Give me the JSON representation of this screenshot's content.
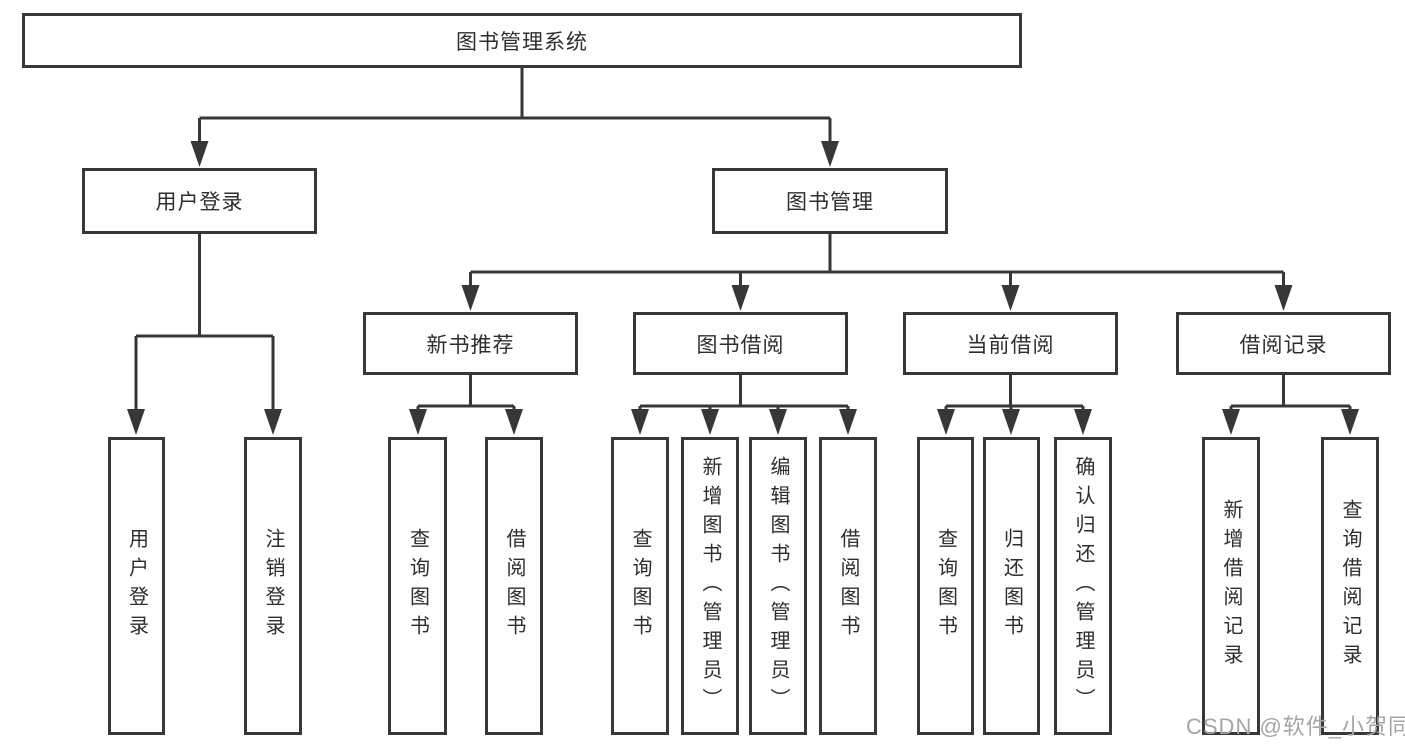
{
  "diagram": {
    "root": {
      "label": "图书管理系统"
    },
    "branches": [
      {
        "label": "用户登录",
        "children": [
          {
            "label": "用户登录"
          },
          {
            "label": "注销登录"
          }
        ]
      },
      {
        "label": "图书管理",
        "children": [
          {
            "label": "新书推荐",
            "children": [
              {
                "label": "查询图书"
              },
              {
                "label": "借阅图书"
              }
            ]
          },
          {
            "label": "图书借阅",
            "children": [
              {
                "label": "查询图书"
              },
              {
                "label": "新增图书（管理员）"
              },
              {
                "label": "编辑图书（管理员）"
              },
              {
                "label": "借阅图书"
              }
            ]
          },
          {
            "label": "当前借阅",
            "children": [
              {
                "label": "查询图书"
              },
              {
                "label": "归还图书"
              },
              {
                "label": "确认归还（管理员）"
              }
            ]
          },
          {
            "label": "借阅记录",
            "children": [
              {
                "label": "新增借阅记录"
              },
              {
                "label": "查询借阅记录"
              }
            ]
          }
        ]
      }
    ]
  },
  "watermark": {
    "text": "CSDN @软件_小贺同学"
  },
  "colors": {
    "line": "#373737",
    "text": "#2e2e2e",
    "background": "#ffffff",
    "watermark": "#a5a5a5"
  }
}
